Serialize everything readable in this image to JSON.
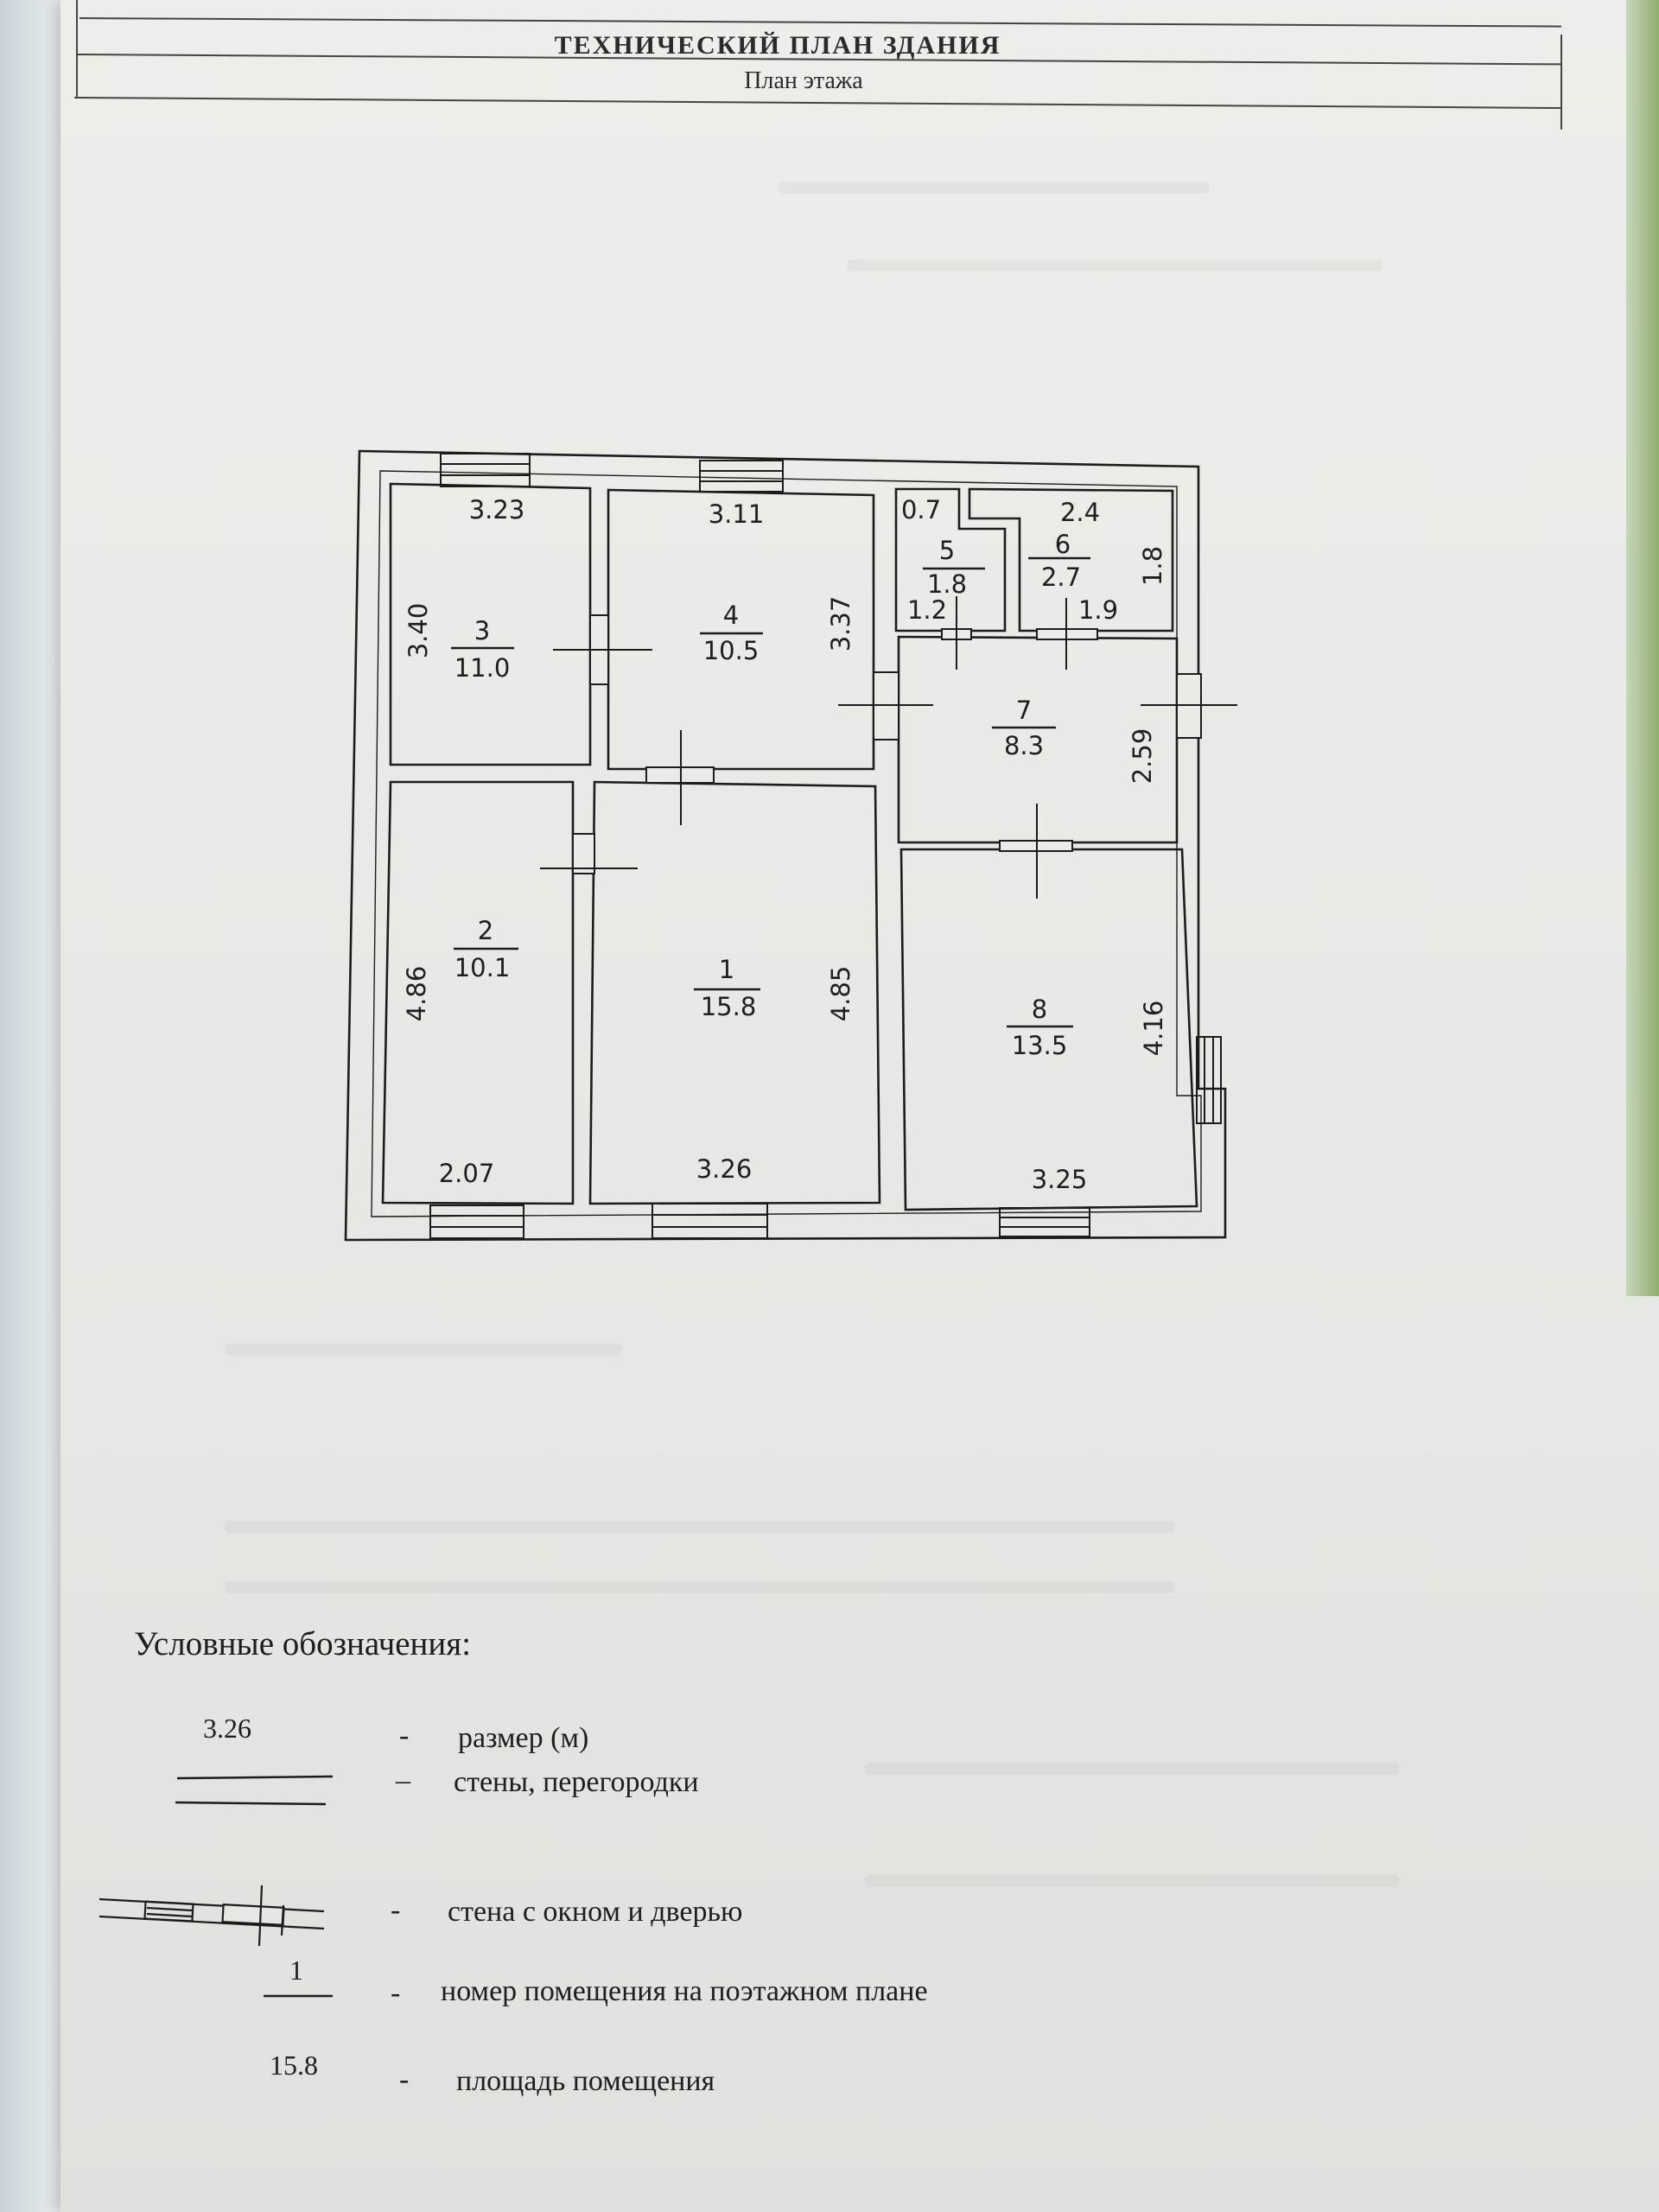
{
  "header": {
    "title": "ТЕХНИЧЕСКИЙ ПЛАН ЗДАНИЯ",
    "subtitle": "План этажа"
  },
  "rooms": [
    {
      "number": "1",
      "area": "15.8",
      "width": "3.26",
      "length": "4.85"
    },
    {
      "number": "2",
      "area": "10.1",
      "width": "2.07",
      "length": "4.86"
    },
    {
      "number": "3",
      "area": "11.0",
      "width": "3.23",
      "length": "3.40"
    },
    {
      "number": "4",
      "area": "10.5",
      "width": "3.11",
      "length": "3.37"
    },
    {
      "number": "5",
      "area": "1.8",
      "width": "0.7",
      "length": "1.2"
    },
    {
      "number": "6",
      "area": "2.7",
      "width": "2.4",
      "length": "1.8",
      "extra": "1.9"
    },
    {
      "number": "7",
      "area": "8.3",
      "length": "2.59"
    },
    {
      "number": "8",
      "area": "13.5",
      "width": "3.25",
      "length": "4.16"
    }
  ],
  "legend": {
    "heading": "Условные обозначения:",
    "items": [
      {
        "sample": "3.26",
        "dash": "-",
        "label": "размер (м)"
      },
      {
        "sample": "",
        "dash": "–",
        "label": "стены, перегородки"
      },
      {
        "sample": "",
        "dash": "-",
        "label": "стена с окном и дверью"
      },
      {
        "sample": "1",
        "dash": "-",
        "label": "номер помещения на поэтажном плане"
      },
      {
        "sample": "15.8",
        "dash": "-",
        "label": "площадь помещения"
      }
    ]
  }
}
